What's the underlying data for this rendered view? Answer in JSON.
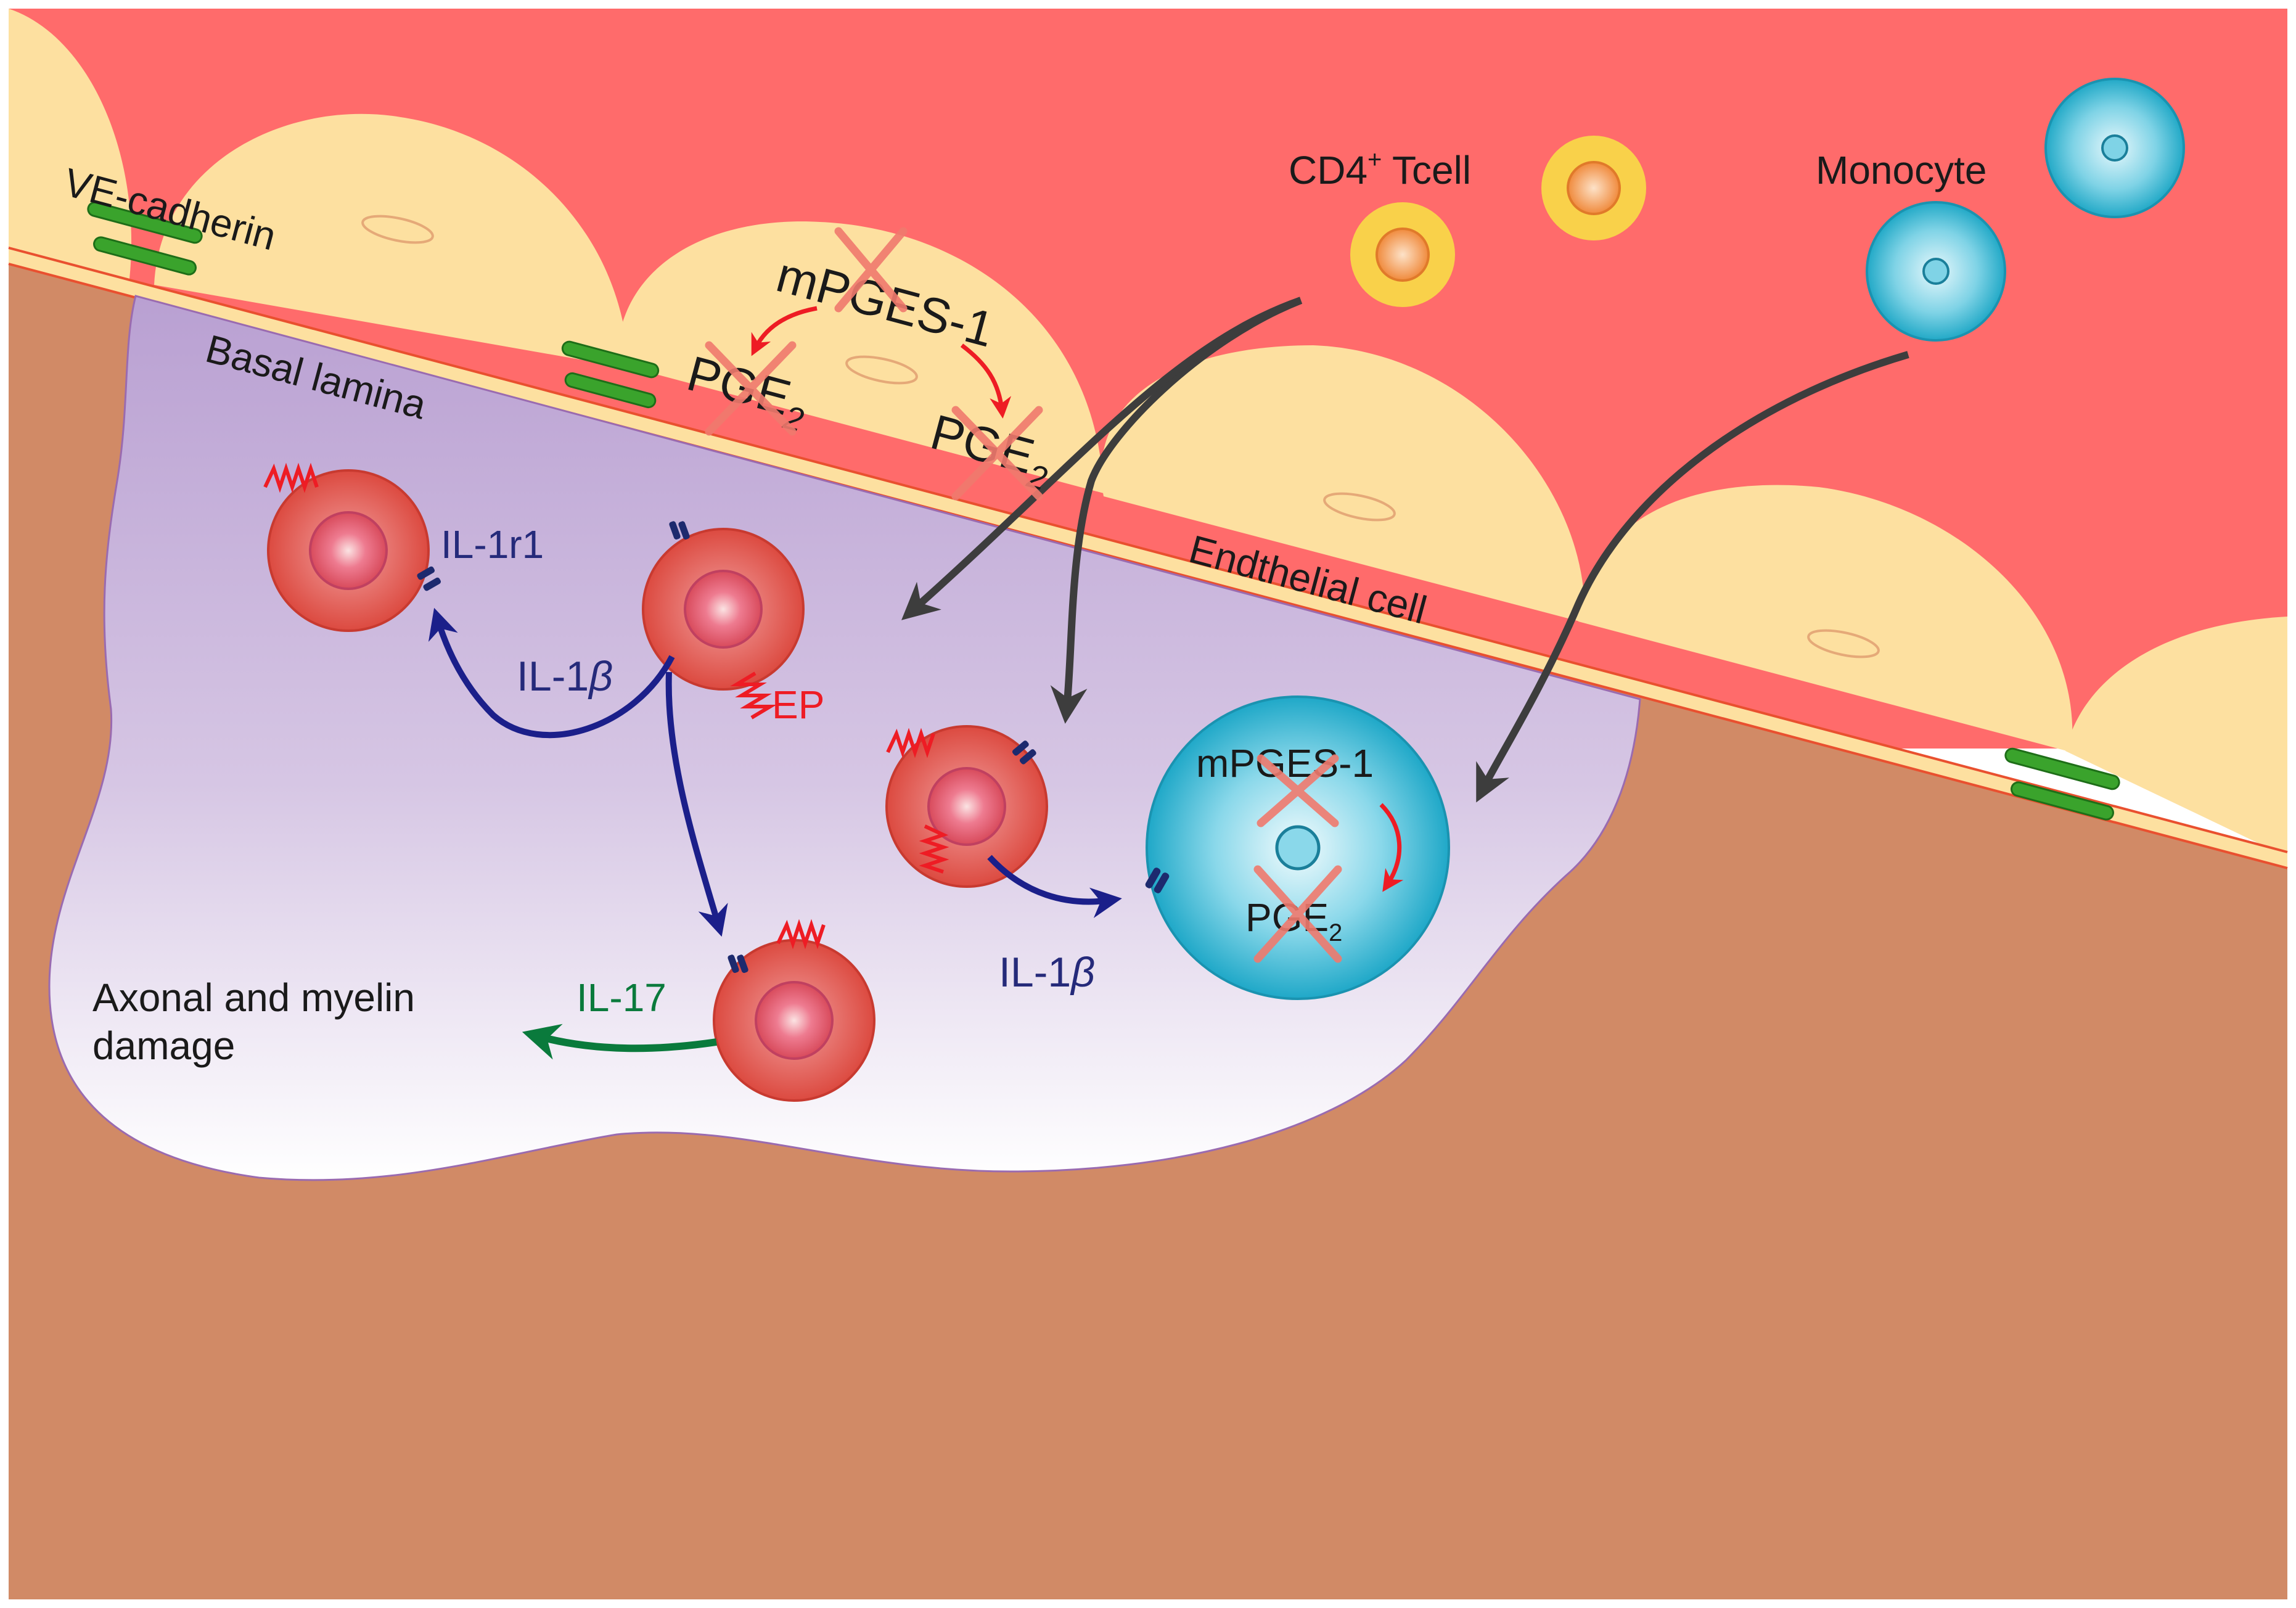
{
  "labels": {
    "ve_cadherin": "VE-cadherin",
    "basal_lamina": "Basal lamina",
    "mpges1_top": "mPGES-1",
    "pge_left": "PGE",
    "pge_left_sub": "2",
    "pge_right": "PGE",
    "pge_right_sub": "2",
    "cd4": "CD4",
    "cd4_sup": "+",
    "cd4_tail": " Tcell",
    "monocyte": "Monocyte",
    "endothelial_cell": "Endthelial cell",
    "il1r1": "IL-1r1",
    "il1b_left": "IL-1",
    "il1b_left_greek": "β",
    "ep": "EP",
    "il1b_right": "IL-1",
    "il1b_right_greek": "β",
    "mpges1_monocyte": "mPGES-1",
    "pge_monocyte": "PGE",
    "pge_monocyte_sub": "2",
    "il17": "IL-17",
    "damage_line1": "Axonal and myelin",
    "damage_line2": "damage"
  },
  "colors": {
    "blood": "#ff6b6b",
    "endothelium": "#fde0a0",
    "membrane": "#e9502f",
    "tissue": "#d18a66",
    "lesion_top": "#bca4d4",
    "lesion_bottom": "#ffffff",
    "cadherin": "#3aa32c",
    "tcell_outer": "#f9d14a",
    "tcell_inner": "#f29046",
    "monocyte": "#2ab3cf",
    "th17_outer": "#df5348",
    "th17_inner": "#ee7b90",
    "receptor_ep": "#ee1c24",
    "receptor_il1r1": "#1d2a6e",
    "arrow_dark": "#3d3d3d",
    "arrow_blue": "#1b1f8a",
    "arrow_green": "#0a7a3c",
    "arrow_red": "#ee1c24",
    "cross": "#f07a6e",
    "text_black": "#1a1a1a",
    "text_navy": "#252a7a",
    "text_red": "#ee1c24",
    "text_green": "#0a7a3c"
  }
}
